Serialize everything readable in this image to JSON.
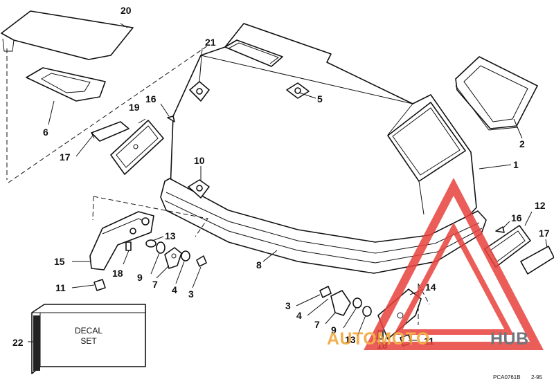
{
  "diagram": {
    "callouts": [
      {
        "id": "c1",
        "label": "1"
      },
      {
        "id": "c2",
        "label": "2"
      },
      {
        "id": "c3a",
        "label": "3"
      },
      {
        "id": "c3b",
        "label": "3"
      },
      {
        "id": "c4a",
        "label": "4"
      },
      {
        "id": "c4b",
        "label": "4"
      },
      {
        "id": "c5",
        "label": "5"
      },
      {
        "id": "c6",
        "label": "6"
      },
      {
        "id": "c7a",
        "label": "7"
      },
      {
        "id": "c7b",
        "label": "7"
      },
      {
        "id": "c8",
        "label": "8"
      },
      {
        "id": "c9a",
        "label": "9"
      },
      {
        "id": "c9b",
        "label": "9"
      },
      {
        "id": "c10",
        "label": "10"
      },
      {
        "id": "c11a",
        "label": "11"
      },
      {
        "id": "c11b",
        "label": "11"
      },
      {
        "id": "c12",
        "label": "12"
      },
      {
        "id": "c13a",
        "label": "13"
      },
      {
        "id": "c13b",
        "label": "13"
      },
      {
        "id": "c14",
        "label": "14"
      },
      {
        "id": "c15",
        "label": "15"
      },
      {
        "id": "c16a",
        "label": "16"
      },
      {
        "id": "c16b",
        "label": "16"
      },
      {
        "id": "c17a",
        "label": "17"
      },
      {
        "id": "c17b",
        "label": "17"
      },
      {
        "id": "c18a",
        "label": "18"
      },
      {
        "id": "c18b",
        "label": "18"
      },
      {
        "id": "c19",
        "label": "19"
      },
      {
        "id": "c20",
        "label": "20"
      },
      {
        "id": "c21",
        "label": "21"
      },
      {
        "id": "c22",
        "label": "22"
      }
    ],
    "decal_line1": "DECAL",
    "decal_line2": "SET",
    "drawing_code": "PCA0761B",
    "date_code": "2-95"
  },
  "watermark": {
    "part1": "AUTOMOTO",
    "part2": "HUB",
    "accent_color": "#e8413c",
    "secondary_color": "#5a5f66"
  }
}
